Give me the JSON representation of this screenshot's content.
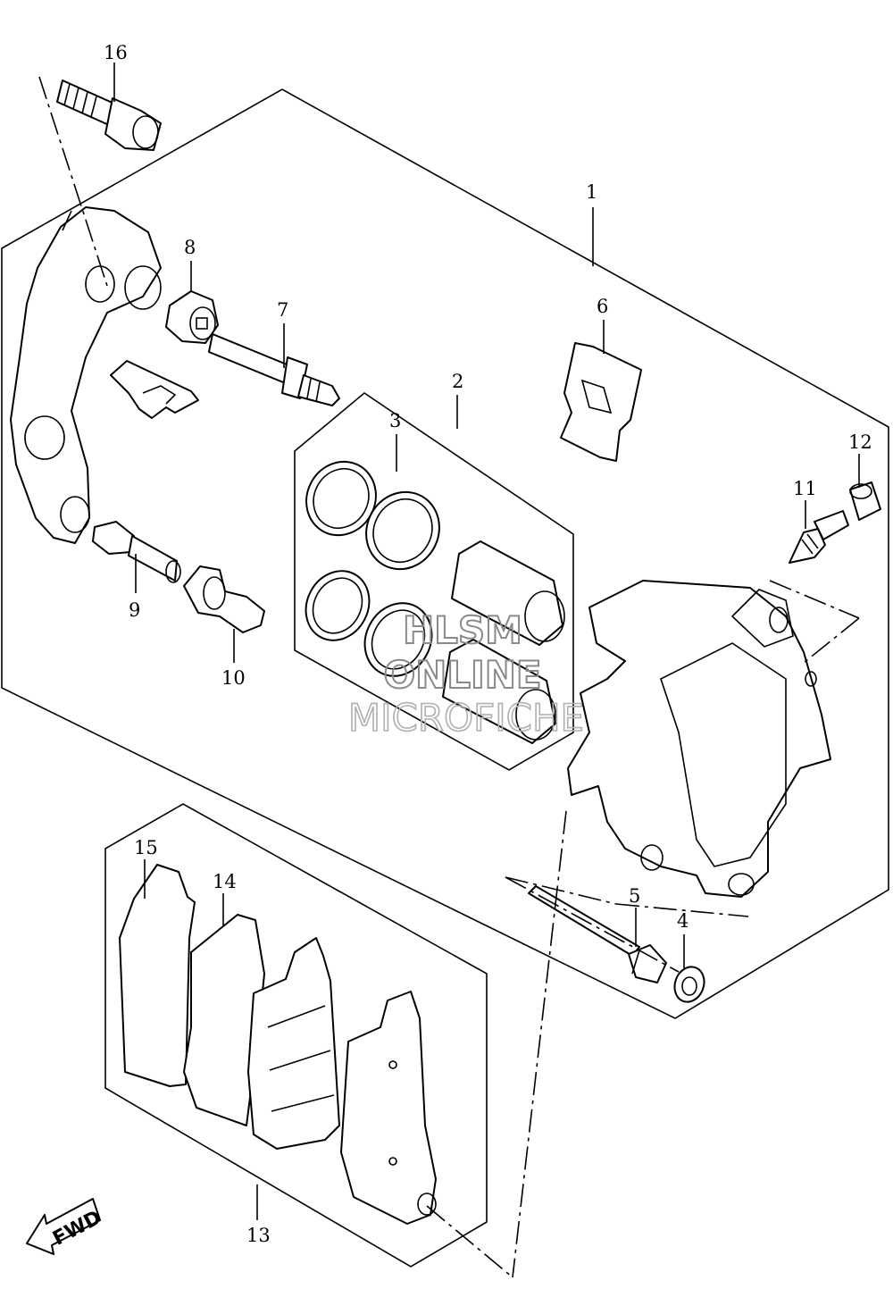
{
  "diagram": {
    "callouts": [
      "1",
      "2",
      "3",
      "4",
      "5",
      "6",
      "7",
      "8",
      "9",
      "10",
      "11",
      "12",
      "13",
      "14",
      "15",
      "16"
    ],
    "watermark": {
      "line1": "HLSM",
      "line2": "ONLINE",
      "line3": "MICROFICHE"
    },
    "direction_label": "FWD"
  }
}
